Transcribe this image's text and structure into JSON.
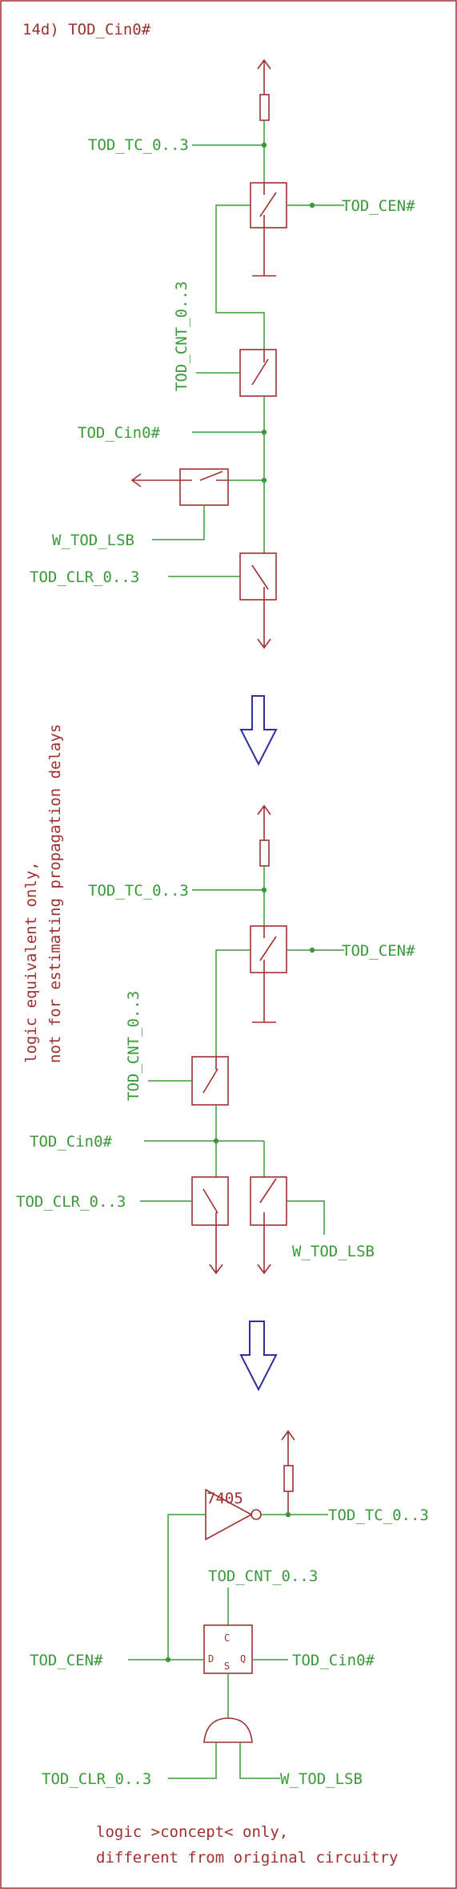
{
  "title": "14d) TOD_Cin0#",
  "colors": {
    "border": "#a03030",
    "wire": "#3a9a3a",
    "component": "#a03030",
    "arrow": "#30309a"
  },
  "section1": {
    "labels": {
      "tc": "TOD_TC_0..3",
      "cen": "TOD_CEN#",
      "cnt": "TOD_CNT_0..3",
      "cin": "TOD_Cin0#",
      "wlsb": "W_TOD_LSB",
      "clr": "TOD_CLR_0..3"
    }
  },
  "section2": {
    "labels": {
      "tc": "TOD_TC_0..3",
      "cen": "TOD_CEN#",
      "cnt": "TOD_CNT_0..3",
      "cin": "TOD_Cin0#",
      "clr": "TOD_CLR_0..3",
      "wlsb": "W_TOD_LSB"
    },
    "note_line1": "logic equivalent only,",
    "note_line2": "not for estimating propagation delays"
  },
  "section3": {
    "chip": "7405",
    "labels": {
      "tc": "TOD_TC_0..3",
      "cnt": "TOD_CNT_0..3",
      "cen": "TOD_CEN#",
      "cin": "TOD_Cin0#",
      "clr": "TOD_CLR_0..3",
      "wlsb": "W_TOD_LSB"
    },
    "ff_c": "C",
    "ff_d": "D",
    "ff_s": "S",
    "ff_q": "Q",
    "note_line1": "logic >concept< only,",
    "note_line2": "different from original circuitry"
  }
}
